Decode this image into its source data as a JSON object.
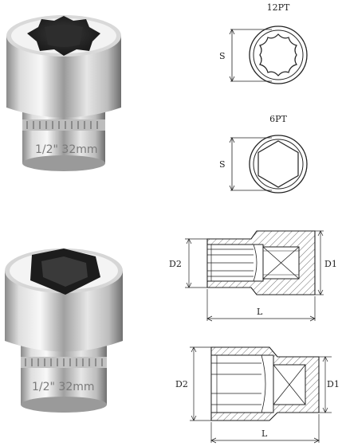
{
  "photos": {
    "socket_12pt": {
      "engraving": "1/2\" 32mm"
    },
    "socket_6pt": {
      "engraving": "1/2\" 32mm"
    }
  },
  "end_views": {
    "twelve_point": {
      "label": "12PT",
      "dim": "S"
    },
    "six_point": {
      "label": "6PT",
      "dim": "S"
    }
  },
  "side_views": {
    "top": {
      "d2": "D2",
      "d1": "D1",
      "l": "L"
    },
    "bottom": {
      "d2": "D2",
      "d1": "D1",
      "l": "L"
    }
  },
  "colors": {
    "chrome_light": "#f4f4f4",
    "chrome_dark": "#6e6e6e",
    "socket_inside": "#2a2a2a",
    "line": "#222222",
    "hatch": "#777777"
  }
}
